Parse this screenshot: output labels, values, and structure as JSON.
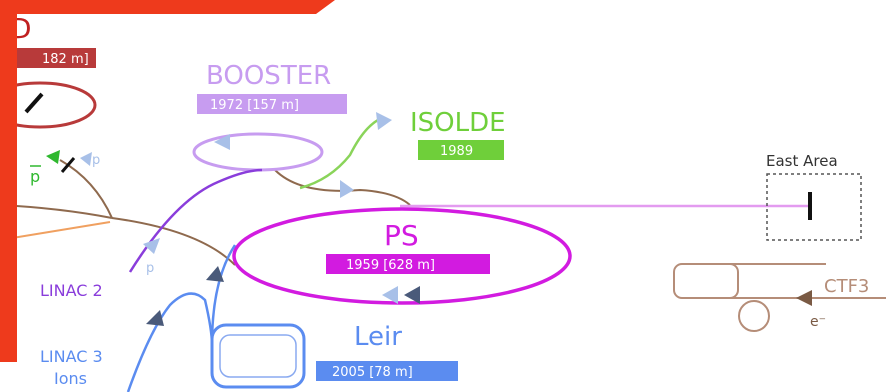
{
  "labels": {
    "ad_name": "D",
    "ad_year": "182 m]",
    "pbar": "p",
    "p_left": "p",
    "p_booster": "p",
    "booster_name": "BOOSTER",
    "booster_year": "1972 [157 m]",
    "isolde_name": "ISOLDE",
    "isolde_year": "1989",
    "east_area": "East Area",
    "ps_name": "PS",
    "ps_year": "1959 [628 m]",
    "linac2": "LINAC 2",
    "linac3_line1": "LINAC 3",
    "linac3_line2": "Ions",
    "leir_name": "Leir",
    "leir_year": "2005 [78 m]",
    "ctf3": "CTF3",
    "electron": "e⁻"
  },
  "colors": {
    "red_frame": "#ee3a1c",
    "ad": "#b83a3a",
    "booster": "#c79cf0",
    "isolde": "#6fcf3a",
    "ps": "#d21be0",
    "linac2": "#8a3ddb",
    "leir": "#5b8cf0",
    "ctf3": "#b58d78",
    "brown_line": "#8f6a4e"
  }
}
